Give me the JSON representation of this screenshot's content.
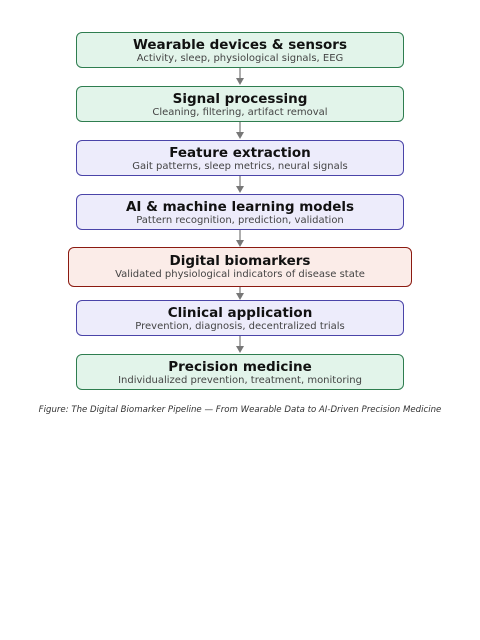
{
  "diagram": {
    "nodes": [
      {
        "title": "Wearable devices & sensors",
        "subtitle": "Activity, sleep, physiological signals, EEG",
        "style": "green"
      },
      {
        "title": "Signal processing",
        "subtitle": "Cleaning, filtering, artifact removal",
        "style": "green"
      },
      {
        "title": "Feature extraction",
        "subtitle": "Gait patterns, sleep metrics, neural signals",
        "style": "purple"
      },
      {
        "title": "AI & machine learning models",
        "subtitle": "Pattern recognition, prediction, validation",
        "style": "purple"
      },
      {
        "title": "Digital biomarkers",
        "subtitle": "Validated physiological indicators of disease state",
        "style": "red"
      },
      {
        "title": "Clinical application",
        "subtitle": "Prevention, diagnosis, decentralized trials",
        "style": "purple"
      },
      {
        "title": "Precision medicine",
        "subtitle": "Individualized prevention, treatment, monitoring",
        "style": "green"
      }
    ],
    "styles": {
      "green": {
        "fill": "#e2f4ea",
        "stroke": "#2e7d4f"
      },
      "purple": {
        "fill": "#edecfb",
        "stroke": "#4a44a8"
      },
      "red": {
        "fill": "#fbece8",
        "stroke": "#8b1a10"
      }
    },
    "arrow_color": "#777777"
  },
  "caption": "Figure: The Digital Biomarker Pipeline — From Wearable Data to AI-Driven Precision Medicine"
}
